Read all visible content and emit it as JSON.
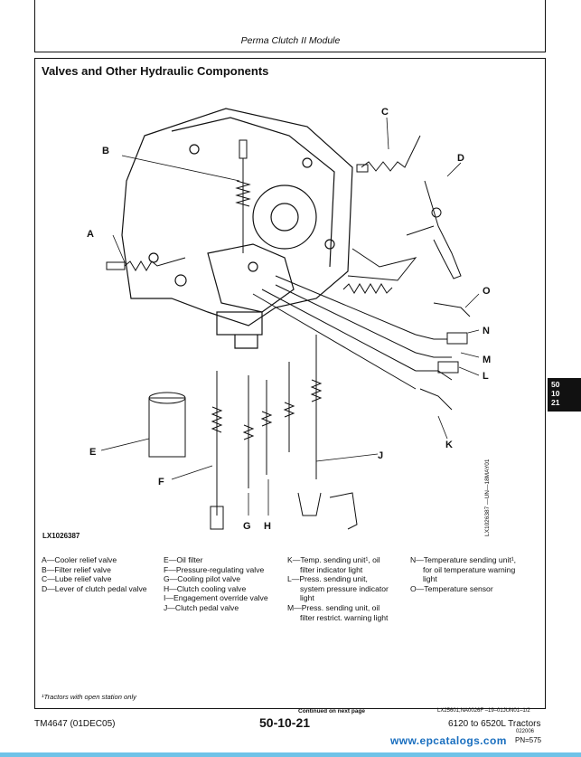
{
  "header": {
    "module_title": "Perma Clutch II Module"
  },
  "section": {
    "title": "Valves and Other Hydraulic Components"
  },
  "figure": {
    "id": "LX1026387",
    "side_reference": "LX1026387 —UN—18MAY01",
    "callouts": [
      "A",
      "B",
      "C",
      "D",
      "E",
      "F",
      "G",
      "H",
      "J",
      "K",
      "L",
      "M",
      "N",
      "O"
    ]
  },
  "legend": {
    "col1": [
      "A—Cooler relief valve",
      "B—Filter relief valve",
      "C—Lube relief valve",
      "D—Lever of clutch pedal valve"
    ],
    "col2": [
      "E—Oil filter",
      "F—Pressure-regulating valve",
      "G—Cooling pilot valve",
      "H—Clutch cooling valve",
      "I—Engagement override valve",
      "J—Clutch pedal valve"
    ],
    "col3": [
      "K—Temp. sending unit¹, oil",
      "filter indicator light",
      "L—Press. sending unit,",
      "system pressure indicator",
      "light",
      "M—Press. sending unit, oil",
      "filter restrict. warning light"
    ],
    "col4": [
      "N—Temperature sending unit¹,",
      "for oil temperature warning",
      "light",
      "O—Temperature sensor"
    ]
  },
  "footnote": "¹Tractors with open station only",
  "footer": {
    "continued": "Continued on next page",
    "ref_code": "LX25601,NA0026F  –19–01JUN01–1/2",
    "doc_id": "TM4647 (01DEC05)",
    "page_number": "50-10-21",
    "model": "6120 to 6520L Tractors",
    "date_code": "022006",
    "tm_page": "PN=575"
  },
  "side_tab": {
    "lines": [
      "50",
      "10",
      "21"
    ]
  },
  "watermark": {
    "text": "www.epcatalogs.com",
    "color": "#1a6fbf"
  }
}
